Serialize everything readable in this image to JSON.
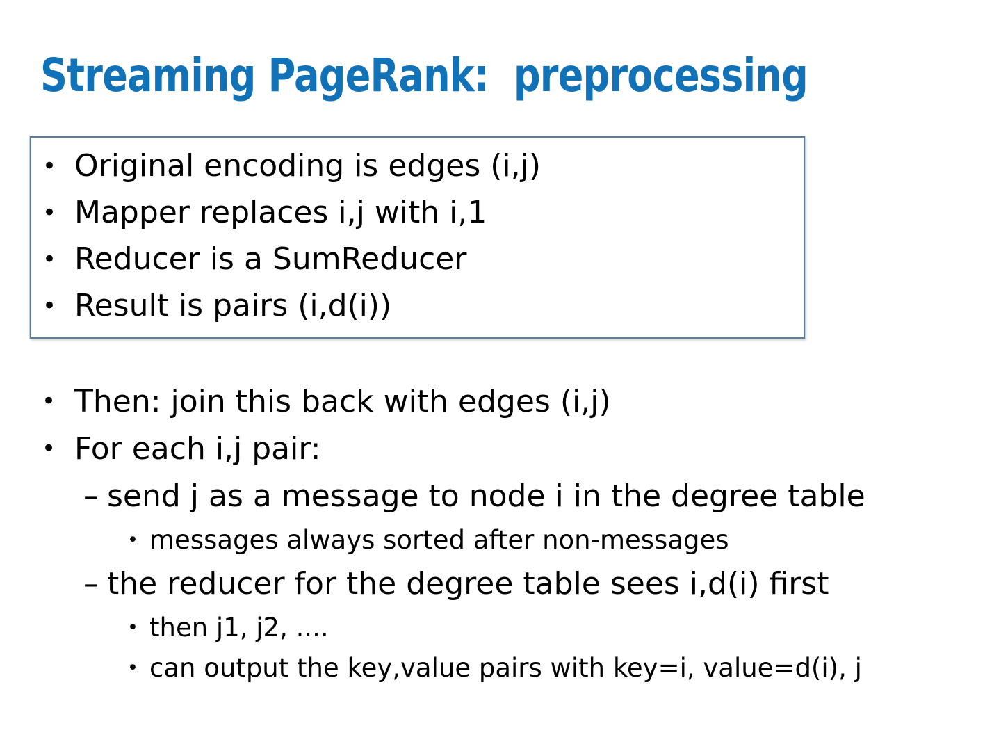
{
  "slide": {
    "title": "Streaming PageRank:  preprocessing",
    "colors": {
      "title_accent": "#1272b8",
      "box_frame": "#5c7d9a",
      "text": "#000000",
      "background": "#ffffff"
    },
    "box": {
      "bullets": [
        {
          "marker": "•",
          "text": "Original encoding is edges (i,j)"
        },
        {
          "marker": "•",
          "text": "Mapper replaces i,j with i,1"
        },
        {
          "marker": "•",
          "text": "Reducer is a SumReducer"
        },
        {
          "marker": "•",
          "text": "Result is pairs (i,d(i))"
        }
      ]
    },
    "body": {
      "bullets": [
        {
          "level": 1,
          "marker": "•",
          "text": "Then: join this back with edges (i,j)"
        },
        {
          "level": 1,
          "marker": "•",
          "text": "For each i,j pair:"
        },
        {
          "level": 2,
          "marker": "–",
          "text": "send j as a message to node i in the degree table"
        },
        {
          "level": 3,
          "marker": "•",
          "text": "messages always sorted after non-messages"
        },
        {
          "level": 2,
          "marker": "–",
          "text": "the reducer for the degree table sees i,d(i) first"
        },
        {
          "level": 3,
          "marker": "•",
          "text": "then j1, j2, ...."
        },
        {
          "level": 3,
          "marker": "•",
          "text": "can output the key,value pairs with key=i, value=d(i), j"
        }
      ]
    }
  }
}
